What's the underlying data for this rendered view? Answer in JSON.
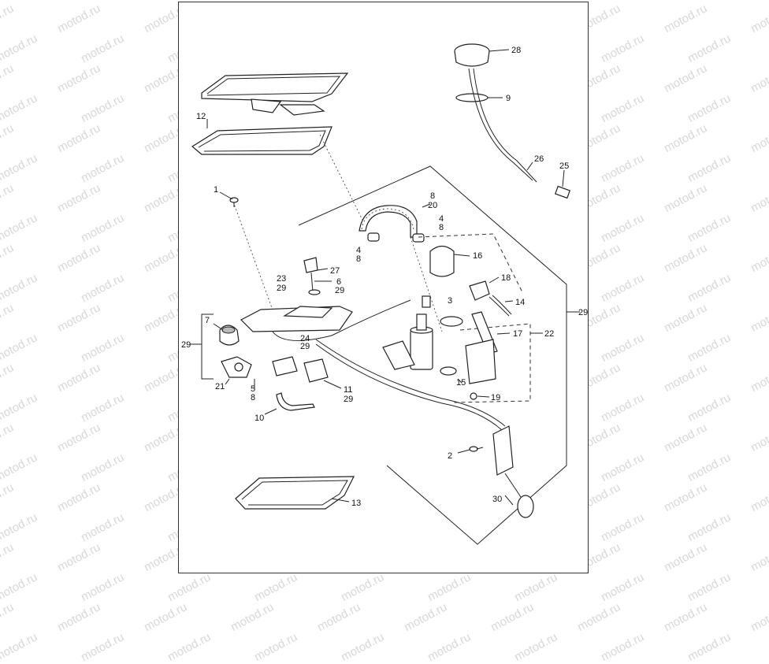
{
  "watermark": "motod.ru",
  "callouts": {
    "c28": "28",
    "c9": "9",
    "c26": "26",
    "c25": "25",
    "c12": "12",
    "c1": "1",
    "c8a": "8",
    "c20": "20",
    "c4a": "4",
    "c8b": "8",
    "c4b": "4",
    "c8c": "8",
    "c16": "16",
    "c27": "27",
    "c23": "23",
    "c29a": "29",
    "c6": "6",
    "c29b": "29",
    "c18": "18",
    "c3": "3",
    "c14": "14",
    "c29c": "29",
    "c7": "7",
    "c17": "17",
    "c22": "22",
    "c24": "24",
    "c29d": "29",
    "c29e": "29",
    "c21": "21",
    "c5": "5",
    "c8d": "8",
    "c11": "11",
    "c29f": "29",
    "c15": "15",
    "c19": "19",
    "c10": "10",
    "c2": "2",
    "c30": "30",
    "c13": "13"
  },
  "colors": {
    "line": "#222222",
    "watermark": "#d7d7d7",
    "frame": "#333333"
  }
}
